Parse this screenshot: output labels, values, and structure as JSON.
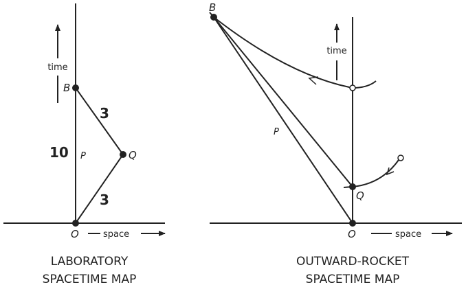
{
  "left": {
    "caption_line1": "LABORATORY",
    "caption_line2": "SPACETIME MAP",
    "time_label": "time",
    "space_label": "space",
    "event_B": "B",
    "event_Q": "Q",
    "event_O": "O",
    "path_P": "P",
    "interval_BQ": "3",
    "interval_QO": "3",
    "interval_OB": "10"
  },
  "right": {
    "caption_line1": "OUTWARD-ROCKET",
    "caption_line2": "SPACETIME MAP",
    "time_label": "time",
    "space_label": "space",
    "event_B": "B",
    "event_Q": "Q",
    "event_O": "O",
    "path_P": "P"
  }
}
